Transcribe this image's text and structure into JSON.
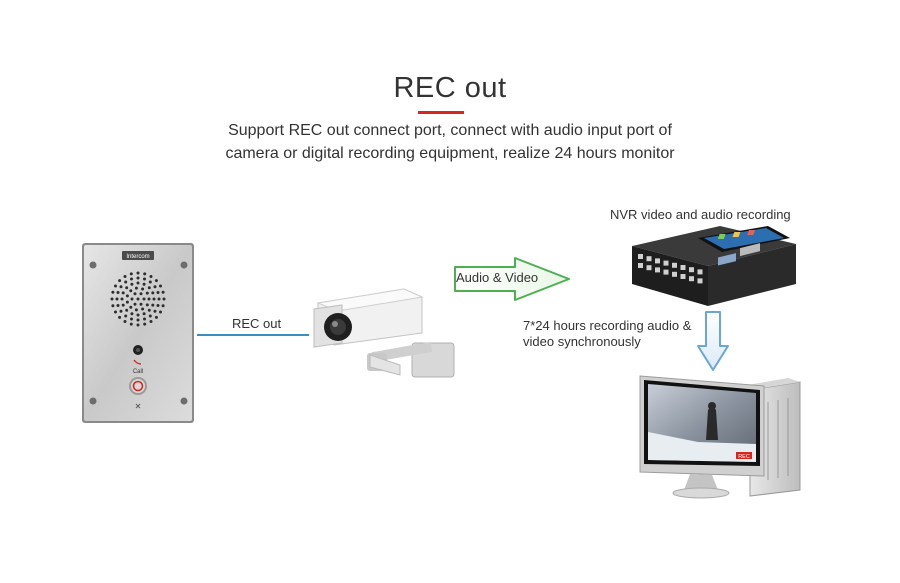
{
  "title": "REC out",
  "subtitle": {
    "line1": "Support REC out connect port, connect with audio input port of",
    "line2": "camera or digital recording equipment, realize 24 hours monitor"
  },
  "intercom": {
    "brand": "Intercom",
    "call_label": "Call"
  },
  "rec_out_label": "REC out",
  "arrow_label": "Audio & Video",
  "nvr_label": "NVR video and audio recording",
  "sync_label_line1": "7*24 hours recording audio &",
  "sync_label_line2": "video synchronously",
  "monitor_badge": "REC",
  "colors": {
    "accent_red": "#d9261c",
    "connector_blue": "#3a8fc0",
    "arrow_green": "#4caf50",
    "arrow_blue": "#6aa6d6"
  }
}
